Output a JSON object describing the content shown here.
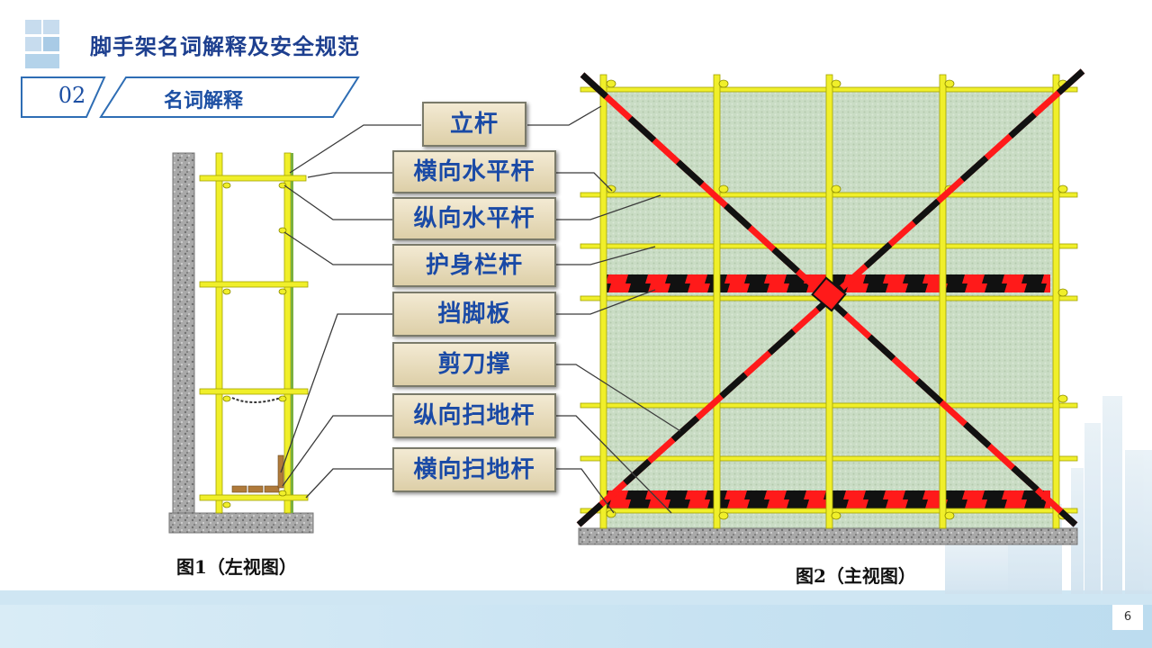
{
  "header": {
    "title": "脚手架名词解释及安全规范"
  },
  "section": {
    "number": "02",
    "label": "名词解释"
  },
  "labels": [
    "立杆",
    "横向水平杆",
    "纵向水平杆",
    "护身栏杆",
    "挡脚板",
    "剪刀撑",
    "纵向扫地杆",
    "横向扫地杆"
  ],
  "captions": {
    "fig1": "图1（左视图）",
    "fig2": "图2（主视图）"
  },
  "page_number": "6",
  "colors": {
    "pole": "#f0ef2a",
    "brace_red": "#ff1a1a",
    "brace_black": "#111111",
    "title": "#1d3f8f",
    "label_text": "#1a4aa6"
  }
}
